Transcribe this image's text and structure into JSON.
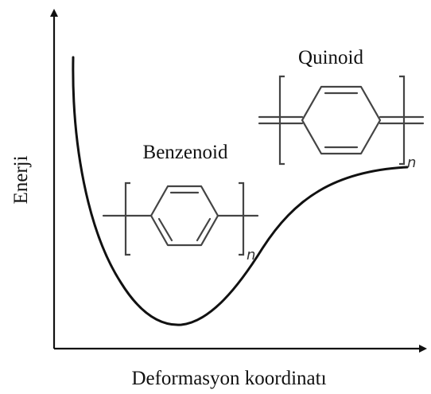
{
  "axes": {
    "y_label": "Enerji",
    "x_label": "Deformasyon koordinatı"
  },
  "structures": {
    "benzenoid": {
      "label": "Benzenoid",
      "subscript": "n"
    },
    "quinoid": {
      "label": "Quinoid",
      "subscript": "n"
    }
  }
}
